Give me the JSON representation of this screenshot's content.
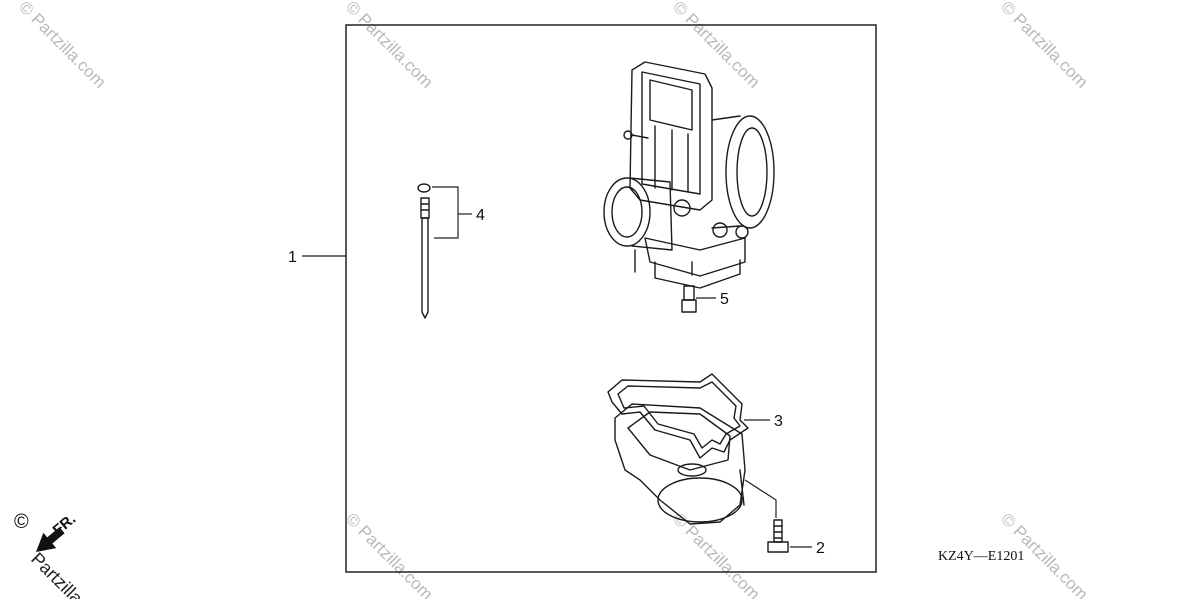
{
  "diagram": {
    "callouts": [
      {
        "id": "1",
        "label": "1"
      },
      {
        "id": "2",
        "label": "2"
      },
      {
        "id": "3",
        "label": "3"
      },
      {
        "id": "4",
        "label": "4"
      },
      {
        "id": "5",
        "label": "5"
      }
    ],
    "diagram_code": "KZ4Y—E1201",
    "watermark_text": "© Partzilla.com",
    "copyright_symbol": "©",
    "front_label": "FR.",
    "corner_watermark": "Partzilla"
  }
}
